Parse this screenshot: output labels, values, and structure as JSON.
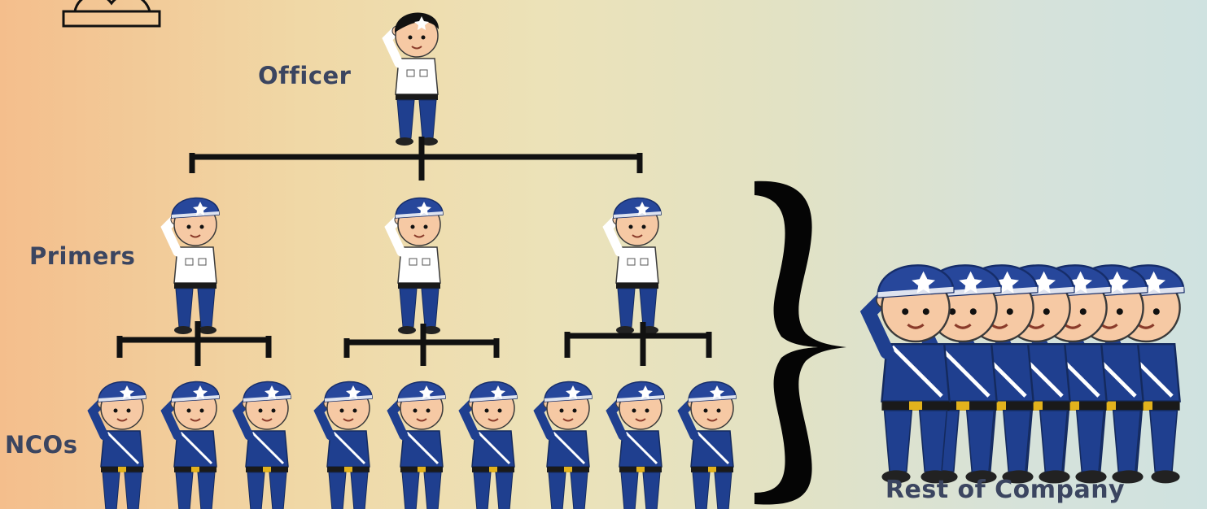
{
  "labels": {
    "officer": "Officer",
    "primers": "Primers",
    "ncos": "NCOs",
    "rest": "Rest of Company"
  },
  "colors": {
    "text": "#3b4560",
    "uniform_navy": "#1f3f8f",
    "cap_blue": "#27479b",
    "skin": "#f6c9a4",
    "shirt_white": "#ffffff",
    "connector_lines": "#111111"
  },
  "icons": {
    "top_left_partial": "helmet-outline-icon",
    "officer": "officer-figure-icon",
    "primer": "primer-figure-icon",
    "nco": "nco-figure-icon",
    "company": "saluting-soldier-icon",
    "brace": "right-curly-brace-icon"
  },
  "counts": {
    "primers": 3,
    "ncos_per_primer": 3,
    "company_soldiers": 7
  }
}
